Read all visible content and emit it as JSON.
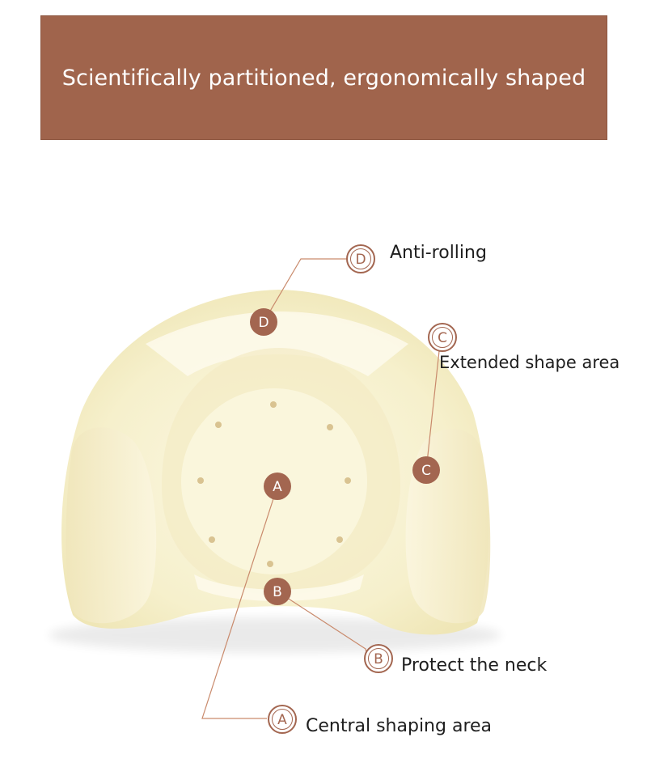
{
  "header": {
    "title": "Scientifically partitioned, ergonomically shaped"
  },
  "callouts": [
    {
      "letter": "D",
      "label": "Anti-rolling"
    },
    {
      "letter": "C",
      "label": "Extended shape area"
    },
    {
      "letter": "B",
      "label": "Protect the neck"
    },
    {
      "letter": "A",
      "label": "Central shaping area"
    }
  ],
  "colors": {
    "banner": "#a0644c",
    "accent": "#a36650",
    "pillow": "#f6f1cd",
    "text": "#1e1e1e"
  }
}
